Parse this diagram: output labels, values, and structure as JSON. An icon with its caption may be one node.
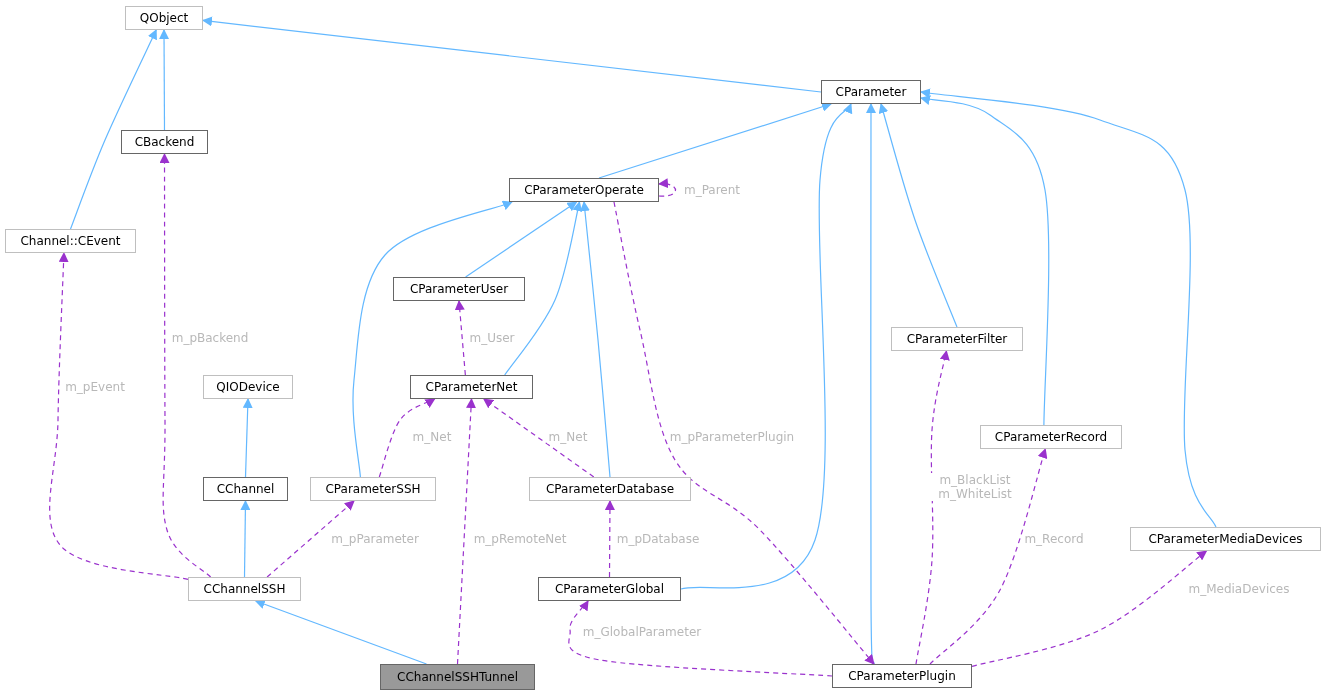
{
  "diagram": {
    "nodes": [
      {
        "text": [
          "QObject"
        ]
      },
      {
        "text": [
          "CParameter"
        ]
      },
      {
        "text": [
          "CBackend"
        ]
      },
      {
        "text": [
          "CParameterOperate"
        ]
      },
      {
        "text": [
          "Channel::CEvent"
        ]
      },
      {
        "text": [
          "CParameterUser"
        ]
      },
      {
        "text": [
          "CParameterFilter"
        ]
      },
      {
        "text": [
          "QIODevice"
        ]
      },
      {
        "text": [
          "CParameterNet"
        ]
      },
      {
        "text": [
          "CParameterRecord"
        ]
      },
      {
        "text": [
          "CChannel"
        ]
      },
      {
        "text": [
          "CParameterSSH"
        ]
      },
      {
        "text": [
          "CParameterDatabase"
        ]
      },
      {
        "text": [
          "CParameterMediaDevices"
        ]
      },
      {
        "text": [
          "CChannelSSH"
        ]
      },
      {
        "text": [
          "CParameterGlobal"
        ]
      },
      {
        "text": [
          "CChannelSSHTunnel"
        ]
      },
      {
        "text": [
          "CParameterPlugin"
        ]
      }
    ],
    "edges": [
      {
        "from": 1,
        "to": 0,
        "arrow": "to"
      },
      {
        "from": 2,
        "to": 0,
        "arrow": "to"
      },
      {
        "from": 4,
        "to": 0,
        "arrow": "to"
      },
      {
        "from": 3,
        "to": 1,
        "arrow": "to"
      },
      {
        "from": 5,
        "to": 3,
        "arrow": "to"
      },
      {
        "from": 8,
        "to": 3,
        "arrow": "to"
      },
      {
        "from": 11,
        "to": 3,
        "arrow": "to"
      },
      {
        "from": 12,
        "to": 3,
        "arrow": "to"
      },
      {
        "from": 6,
        "to": 1,
        "arrow": "to"
      },
      {
        "from": 9,
        "to": 1,
        "arrow": "to"
      },
      {
        "from": 13,
        "to": 1,
        "arrow": "to"
      },
      {
        "from": 15,
        "to": 1,
        "arrow": "to"
      },
      {
        "from": 17,
        "to": 1,
        "arrow": "to"
      },
      {
        "from": 10,
        "to": 7,
        "arrow": "to"
      },
      {
        "from": 14,
        "to": 10,
        "arrow": "to"
      },
      {
        "from": 16,
        "to": 14,
        "arrow": "to"
      },
      {
        "from": 3,
        "to": 3,
        "arrow": "to",
        "label": "m_Parent",
        "style": "dashed",
        "color": "#9a32cd"
      },
      {
        "from": 8,
        "to": 5,
        "arrow": "to",
        "label": "m_User",
        "style": "dashed",
        "color": "#9a32cd"
      },
      {
        "from": 14,
        "to": 4,
        "arrow": "to",
        "label": "m_pEvent",
        "style": "dashed",
        "color": "#9a32cd"
      },
      {
        "from": 14,
        "to": 2,
        "arrow": "to",
        "label": "m_pBackend",
        "style": "dashed",
        "color": "#9a32cd"
      },
      {
        "from": 14,
        "to": 11,
        "arrow": "to",
        "label": "m_pParameter",
        "style": "dashed",
        "color": "#9a32cd"
      },
      {
        "from": 11,
        "to": 8,
        "arrow": "to",
        "label": "m_Net",
        "style": "dashed",
        "color": "#9a32cd"
      },
      {
        "from": 12,
        "to": 8,
        "arrow": "to",
        "label": "m_Net",
        "style": "dashed",
        "color": "#9a32cd"
      },
      {
        "from": 16,
        "to": 8,
        "arrow": "to",
        "label": "m_pRemoteNet",
        "style": "dashed",
        "color": "#9a32cd"
      },
      {
        "from": 15,
        "to": 12,
        "arrow": "to",
        "label": "m_pDatabase",
        "style": "dashed",
        "color": "#9a32cd"
      },
      {
        "from": 3,
        "to": 17,
        "arrow": "to",
        "label": "m_pParameterPlugin",
        "style": "dashed",
        "color": "#9a32cd"
      },
      {
        "from": 17,
        "to": 6,
        "arrow": "to",
        "label": "m_BlackList m_WhiteList",
        "style": "dashed",
        "color": "#9a32cd"
      },
      {
        "from": 17,
        "to": 9,
        "arrow": "to",
        "label": "m_Record",
        "style": "dashed",
        "color": "#9a32cd"
      },
      {
        "from": 17,
        "to": 13,
        "arrow": "to",
        "label": "m_MediaDevices",
        "style": "dashed",
        "color": "#9a32cd"
      },
      {
        "from": 17,
        "to": 15,
        "arrow": "to",
        "label": "m_GlobalParameter",
        "style": "dashed",
        "color": "#9a32cd"
      }
    ]
  }
}
